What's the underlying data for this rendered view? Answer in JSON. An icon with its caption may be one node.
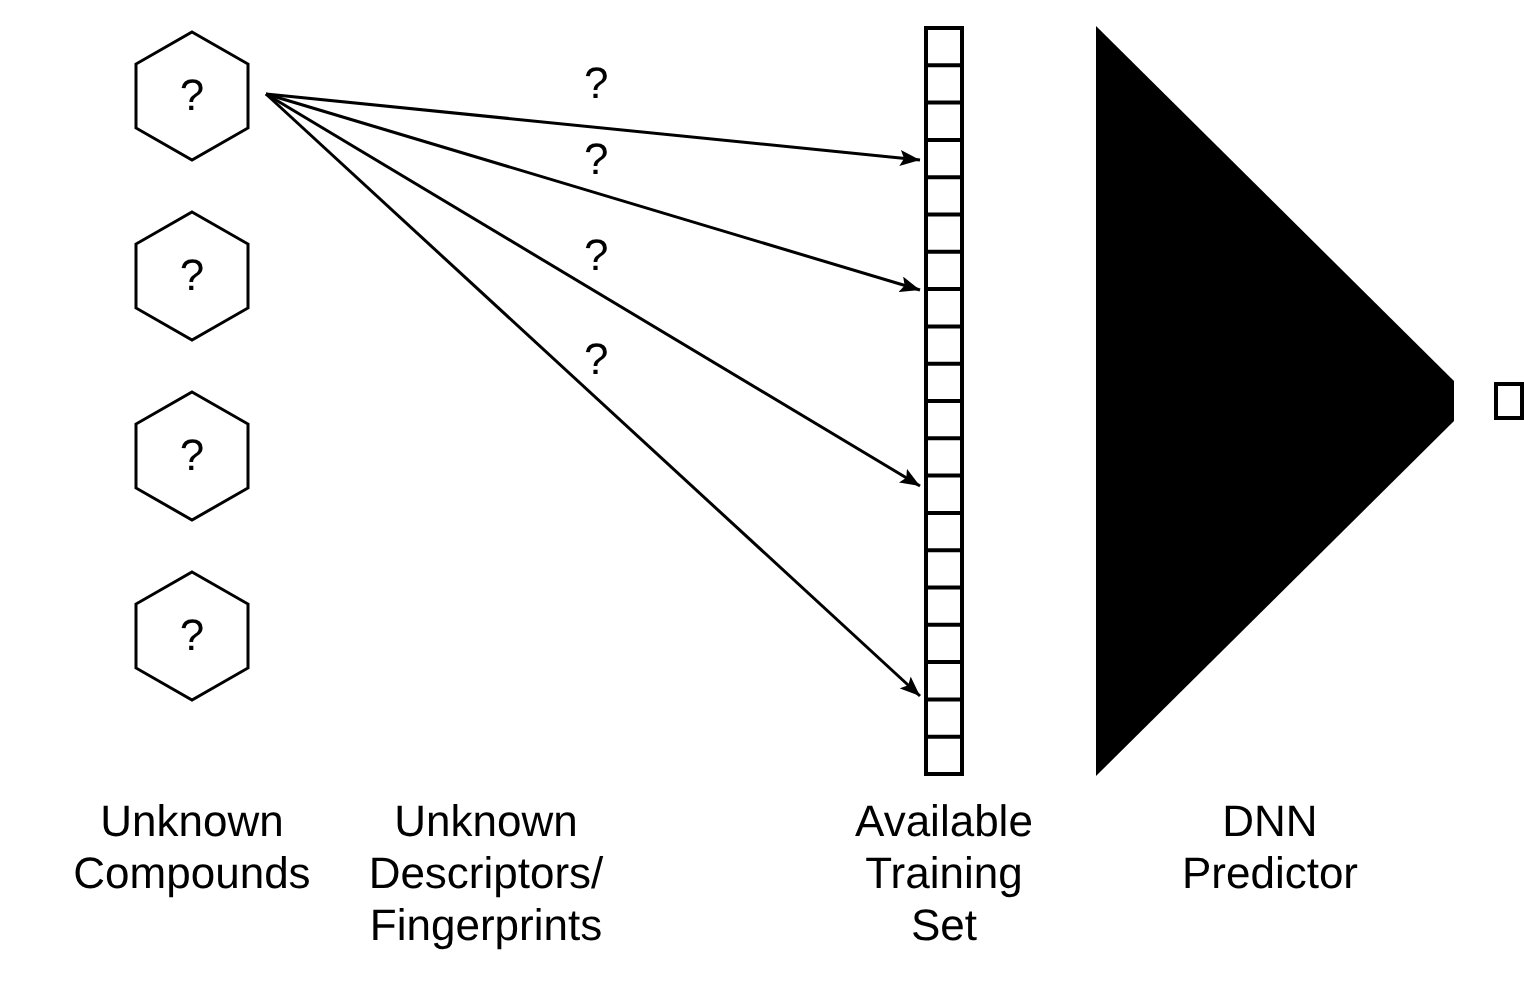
{
  "diagram": {
    "nodes": [
      {
        "text": [
          "?"
        ]
      },
      {
        "text": [
          "?"
        ]
      },
      {
        "text": [
          "?"
        ]
      },
      {
        "text": [
          "?"
        ]
      },
      {
        "text": [],
        "shape": "bar",
        "beside": [
          "Available Training Set"
        ]
      },
      {
        "text": [],
        "shape": "triangle"
      },
      {
        "text": [],
        "shape": "box"
      }
    ],
    "edges": [
      {
        "from": 0,
        "to": 4,
        "arrow": "to",
        "label": "?"
      },
      {
        "from": 0,
        "to": 4,
        "arrow": "to",
        "label": "?"
      },
      {
        "from": 0,
        "to": 4,
        "arrow": "to",
        "label": "?"
      },
      {
        "from": 0,
        "to": 4,
        "arrow": "to",
        "label": "?"
      }
    ],
    "labels": [
      "Unknown Compounds",
      "Unknown Descriptors/ Fingerprints",
      "DNN Predictor"
    ]
  }
}
